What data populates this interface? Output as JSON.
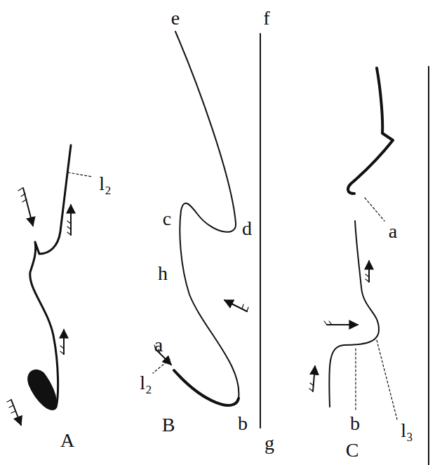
{
  "diagram": {
    "labels": [
      "l₂",
      "A",
      "e",
      "f",
      "c",
      "d",
      "h",
      "a",
      "l₂",
      "B",
      "b",
      "g",
      "a",
      "l₃",
      "b",
      "C"
    ]
  }
}
